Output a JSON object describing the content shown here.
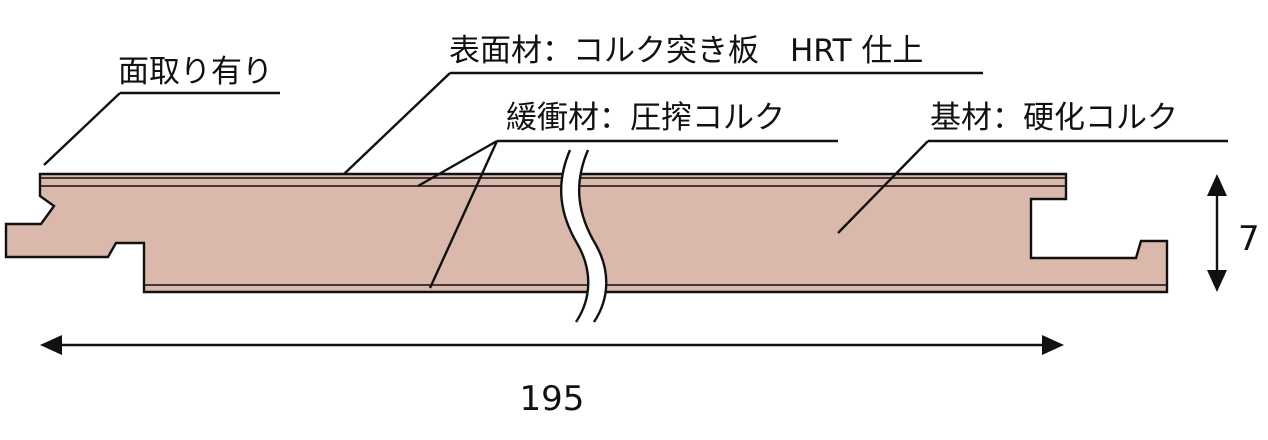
{
  "labels": {
    "chamfer": "面取り有り",
    "surface": "表面材：コルク突き板　HRT 仕上",
    "cushion": "緩衝材：圧搾コルク",
    "base": "基材：硬化コルク"
  },
  "dimensions": {
    "width": "195",
    "thickness": "7"
  },
  "colors": {
    "board_fill": "#dbb8ac",
    "outline": "#111111",
    "background": "#ffffff"
  },
  "icons": {
    "break_mark": "wavy-break-icon",
    "arrow": "arrowhead-icon"
  }
}
